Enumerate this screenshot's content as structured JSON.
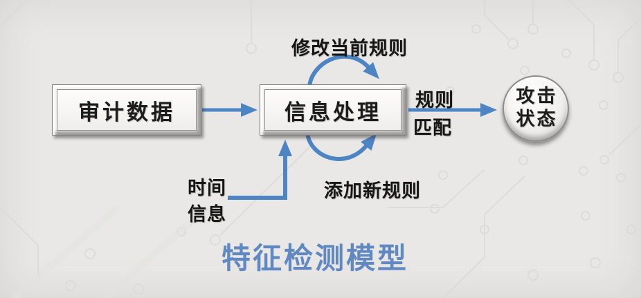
{
  "diagram": {
    "title": "特征检测模型",
    "nodes": {
      "audit_data": {
        "label": "审计数据"
      },
      "info_processing": {
        "label": "信息处理"
      },
      "attack_state": {
        "label_line1": "攻击",
        "label_line2": "状态"
      }
    },
    "edge_labels": {
      "modify_current_rules": "修改当前规则",
      "add_new_rules": "添加新规则",
      "rule_match_line1": "规则",
      "rule_match_line2": "匹配",
      "time_info_line1": "时间",
      "time_info_line2": "信息"
    },
    "colors": {
      "arrow_blue": "#4d84c4",
      "title_blue": "#6189c1",
      "background": "#e9e8e6",
      "text_dark": "#1c1c1c"
    }
  }
}
